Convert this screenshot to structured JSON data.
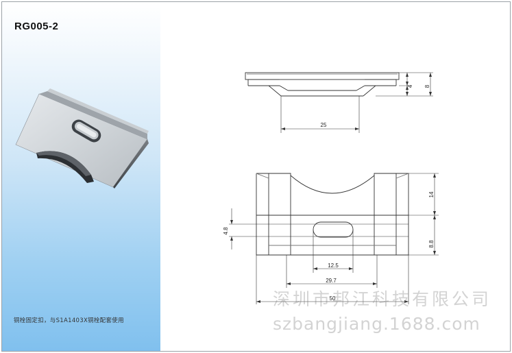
{
  "product": {
    "model": "RG005-2",
    "description": "铜栓固定扣，与S1A1403X铜栓配套使用"
  },
  "dimensions": {
    "side_top_thickness": "4",
    "side_total_height": "8",
    "side_slot_width": "25",
    "top_cut_depth": "14",
    "slot_height": "4.8",
    "lower_depth": "8.8",
    "slot_width": "12.5",
    "inner_width": "29.7",
    "overall_width": "50"
  },
  "watermark": {
    "company": "深圳市邦江科技有限公司",
    "url": "szbangjiang.1688.com"
  },
  "colors": {
    "panel_top": "#ffffff",
    "panel_bottom": "#80c0ee",
    "line": "#333333"
  }
}
